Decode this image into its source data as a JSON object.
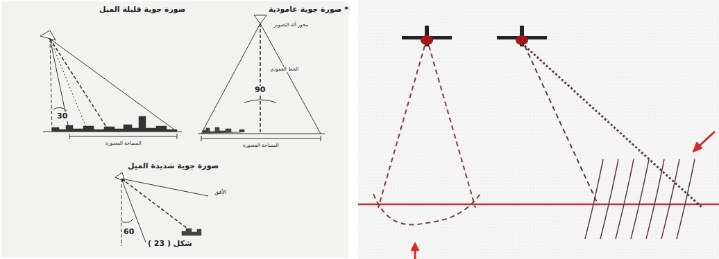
{
  "diagram": {
    "caption": "شكل ( 23 )",
    "labels": [
      "صورة جوية قليلة الميل",
      "* صورة جوية عامودية",
      "صورة جوية شديدة الميل",
      "30",
      "90",
      "60",
      "محور آلة التصوير",
      "الخط العمودي",
      "المساحة المصورة",
      "المساحة المصورة",
      "الأفق"
    ]
  }
}
